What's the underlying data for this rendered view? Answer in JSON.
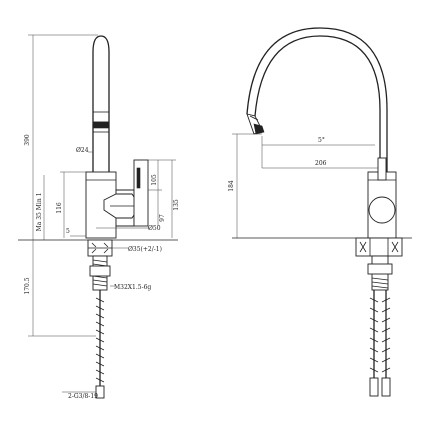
{
  "drawing": {
    "side_view": {
      "dimensions": {
        "overall_height": "390",
        "spout_diameter": "Ø24",
        "body_height": "116",
        "max_worktop": "Ma 35 Min 1",
        "small_offset": "5",
        "lever_105": "105",
        "lever_135": "135",
        "lever_97": "97",
        "body_diameter": "Ø50",
        "mount_hole": "Ø35(+2/-1)",
        "below_height": "170.5",
        "thread": "M32X1.5-6g",
        "hose_connection": "2-G3/8-19"
      }
    },
    "front_view": {
      "dimensions": {
        "height": "184",
        "angle": "5°",
        "reach": "206"
      }
    }
  }
}
